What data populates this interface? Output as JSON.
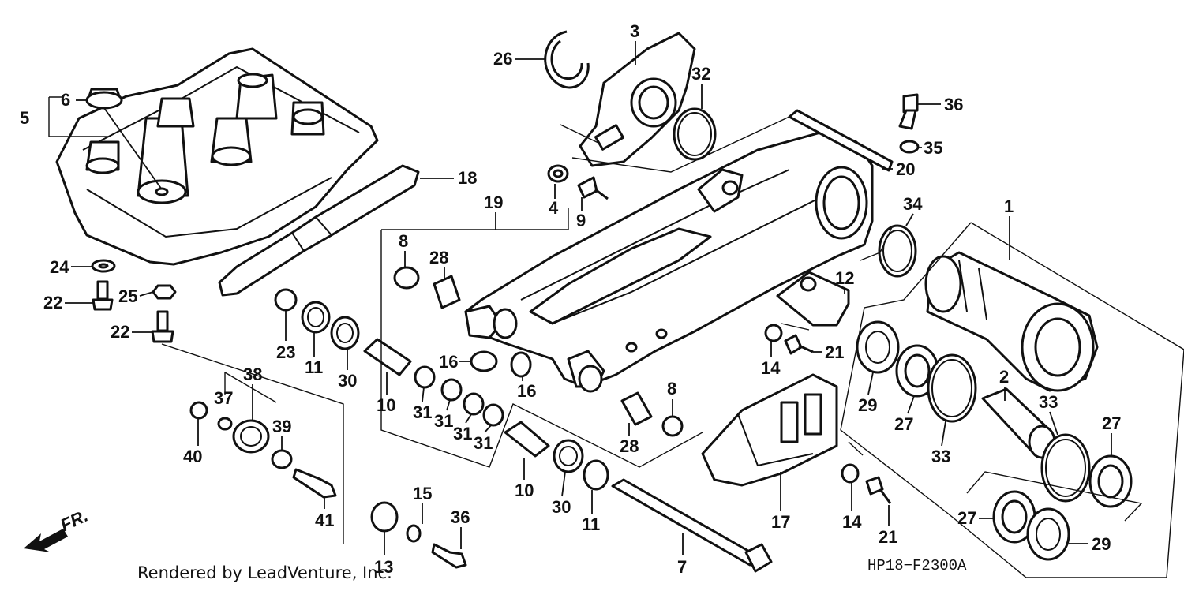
{
  "diagram": {
    "credit": "Rendered by LeadVenture, Inc.",
    "code": "HP18−F2300A",
    "direction_label": "FR.",
    "callouts": {
      "c1": "1",
      "c2": "2",
      "c3": "3",
      "c4": "4",
      "c5": "5",
      "c6": "6",
      "c7": "7",
      "c8a": "8",
      "c8b": "8",
      "c9": "9",
      "c10a": "10",
      "c10b": "10",
      "c11a": "11",
      "c11b": "11",
      "c12": "12",
      "c13": "13",
      "c14a": "14",
      "c14b": "14",
      "c15": "15",
      "c16a": "16",
      "c16b": "16",
      "c17": "17",
      "c18": "18",
      "c19": "19",
      "c20": "20",
      "c21a": "21",
      "c21b": "21",
      "c22a": "22",
      "c22b": "22",
      "c23": "23",
      "c24": "24",
      "c25": "25",
      "c26": "26",
      "c27a": "27",
      "c27b": "27",
      "c27c": "27",
      "c28a": "28",
      "c28b": "28",
      "c29a": "29",
      "c29b": "29",
      "c30a": "30",
      "c30b": "30",
      "c31a": "31",
      "c31b": "31",
      "c31c": "31",
      "c31d": "31",
      "c32": "32",
      "c33a": "33",
      "c33b": "33",
      "c34": "34",
      "c35": "35",
      "c36a": "36",
      "c36b": "36",
      "c37": "37",
      "c38": "38",
      "c39": "39",
      "c40": "40",
      "c41": "41"
    }
  }
}
